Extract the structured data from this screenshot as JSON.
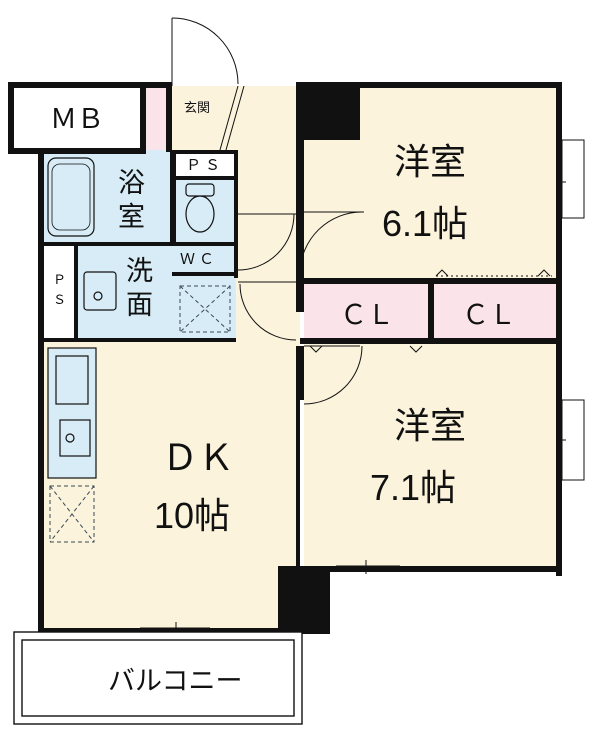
{
  "rooms": {
    "mb": "ＭＢ",
    "genkan": "玄関",
    "bath_line1": "浴",
    "bath_line2": "室",
    "ps_top": "ＰＳ",
    "wc": "ＷＣ",
    "ps_left_line1": "Ｐ",
    "ps_left_line2": "Ｓ",
    "wash_line1": "洗",
    "wash_line2": "面",
    "dk_label": "ＤＫ",
    "dk_size": "10帖",
    "western1_label": "洋室",
    "western1_size": "6.1帖",
    "western2_label": "洋室",
    "western2_size": "7.1帖",
    "closet1": "ＣＬ",
    "closet2": "ＣＬ",
    "balcony": "バルコニー"
  },
  "colors": {
    "wall": "#111111",
    "room_floor": "#fbf3dc",
    "wet_area": "#d7ecf6",
    "closet": "#fbe3ea",
    "entrance": "#ffffff"
  }
}
